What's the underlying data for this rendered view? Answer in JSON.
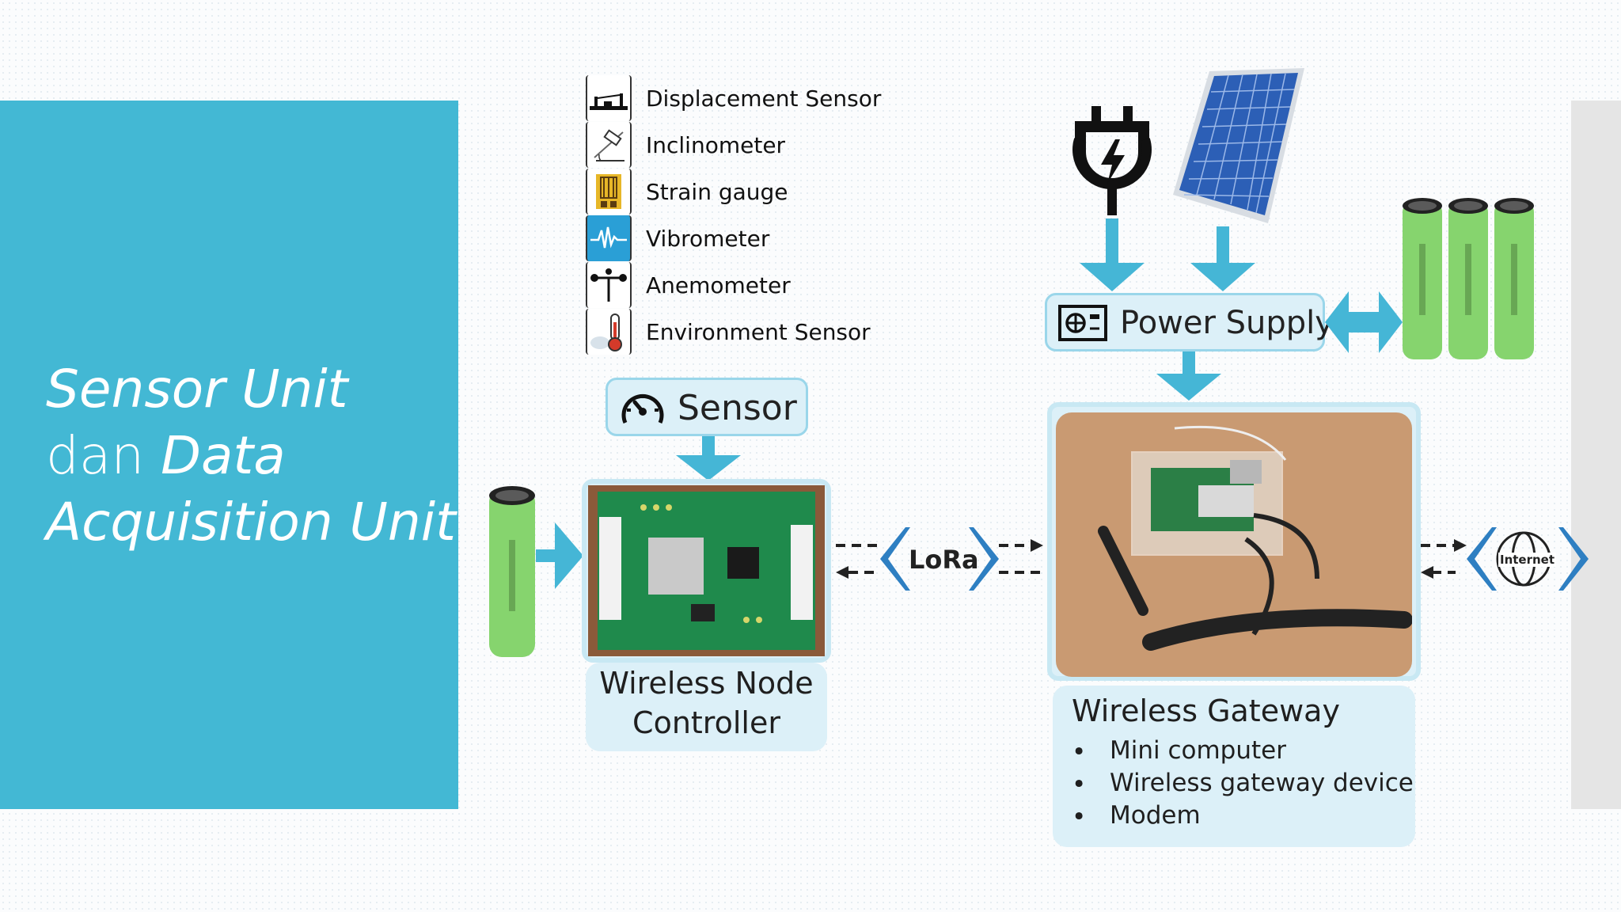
{
  "title": {
    "line1_italic": "Sensor Unit",
    "line2_plain": "dan ",
    "line2_italic": "Data",
    "line3_italic": "Acquisition Unit"
  },
  "sensor_list": [
    {
      "icon": "displacement-sensor-icon",
      "label": "Displacement Sensor"
    },
    {
      "icon": "inclinometer-icon",
      "label": "Inclinometer"
    },
    {
      "icon": "strain-gauge-icon",
      "label": "Strain gauge"
    },
    {
      "icon": "vibrometer-icon",
      "label": "Vibrometer"
    },
    {
      "icon": "anemometer-icon",
      "label": "Anemometer"
    },
    {
      "icon": "environment-sensor-icon",
      "label": "Environment Sensor"
    }
  ],
  "sensor_box": {
    "label": "Sensor",
    "icon": "speedometer-icon"
  },
  "power_supply": {
    "label": "Power Supply",
    "icon": "power-supply-icon"
  },
  "wireless_node": {
    "line1": "Wireless Node",
    "line2": "Controller"
  },
  "wireless_gateway": {
    "title": "Wireless Gateway",
    "items": [
      "Mini computer",
      "Wireless gateway device",
      "Modem"
    ]
  },
  "lora_label": "LoRa",
  "internet_label": "Internet",
  "colors": {
    "accent": "#43b8d4",
    "arrow": "#45b6d6",
    "box_fill": "#dcf0f8",
    "box_border": "#9ad6ea",
    "battery_green": "#7ed46a",
    "chevron_blue": "#2e7fc2"
  }
}
